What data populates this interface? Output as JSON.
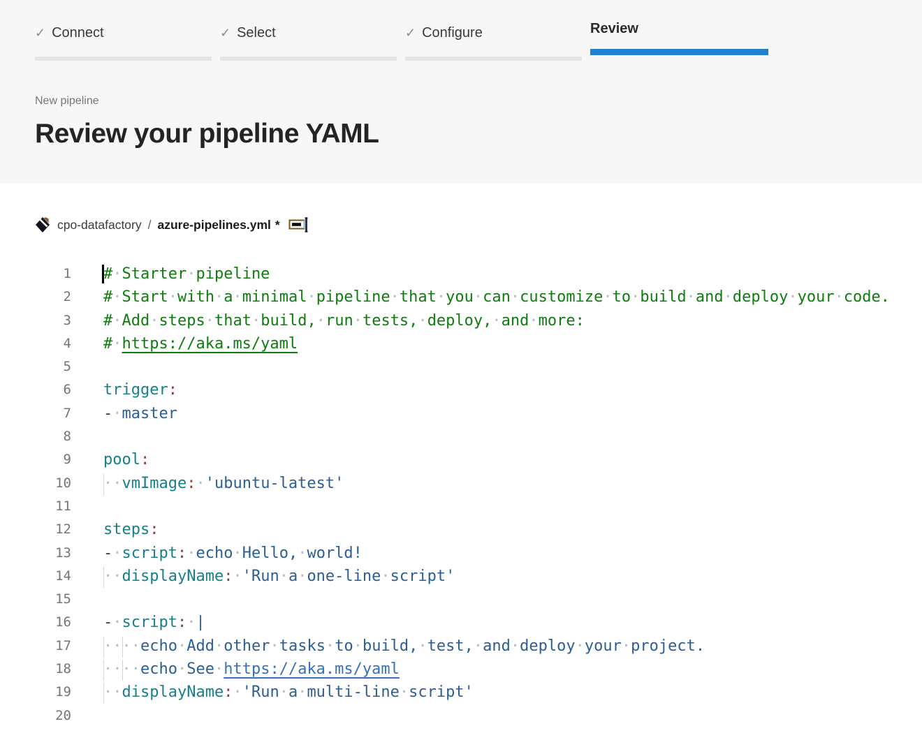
{
  "stepper": {
    "check_icon": "✓",
    "steps": [
      {
        "id": "connect",
        "label": "Connect",
        "state": "completed"
      },
      {
        "id": "select",
        "label": "Select",
        "state": "completed"
      },
      {
        "id": "configure",
        "label": "Configure",
        "state": "completed"
      },
      {
        "id": "review",
        "label": "Review",
        "state": "active"
      }
    ]
  },
  "page": {
    "eyebrow": "New pipeline",
    "title": "Review your pipeline YAML"
  },
  "breadcrumb": {
    "repo_icon": "azure-repos-icon",
    "repo": "cpo-datafactory",
    "separator": "/",
    "file": "azure-pipelines.yml",
    "modified_marker": "*",
    "rename_icon": "rename-file-icon"
  },
  "colors": {
    "header_bg": "#f7f7f7",
    "accent_blue": "#1f81d0",
    "step_bar_gray": "#e5e5e5",
    "comment_green": "#0e7d0e",
    "key_teal": "#15808c",
    "colon_maroon": "#8f3a3a",
    "value_blue": "#2c5e96",
    "link_blue": "#3a70bb",
    "whitespace_dot": "#b4bcc4",
    "indent_guide": "#d4d4d4",
    "line_number_gray": "#71757c"
  },
  "editor": {
    "token_legend": {
      "c": "comment",
      "k": "key",
      "p": "colon-punctuation",
      "v": "value",
      "d": "list-dash",
      "w": "whitespace-dot",
      "lg": "comment-link",
      "lb": "string-link",
      "g0": "indent-guide-col0",
      "g2": "indent-guide-col2",
      "cur": "text-cursor"
    },
    "lines": [
      {
        "n": "1",
        "tokens": [
          [
            "cur",
            ""
          ],
          [
            "c",
            "#"
          ],
          [
            "w",
            "·"
          ],
          [
            "c",
            "Starter"
          ],
          [
            "w",
            "·"
          ],
          [
            "c",
            "pipeline"
          ]
        ]
      },
      {
        "n": "2",
        "tokens": [
          [
            "c",
            "#"
          ],
          [
            "w",
            "·"
          ],
          [
            "c",
            "Start"
          ],
          [
            "w",
            "·"
          ],
          [
            "c",
            "with"
          ],
          [
            "w",
            "·"
          ],
          [
            "c",
            "a"
          ],
          [
            "w",
            "·"
          ],
          [
            "c",
            "minimal"
          ],
          [
            "w",
            "·"
          ],
          [
            "c",
            "pipeline"
          ],
          [
            "w",
            "·"
          ],
          [
            "c",
            "that"
          ],
          [
            "w",
            "·"
          ],
          [
            "c",
            "you"
          ],
          [
            "w",
            "·"
          ],
          [
            "c",
            "can"
          ],
          [
            "w",
            "·"
          ],
          [
            "c",
            "customize"
          ],
          [
            "w",
            "·"
          ],
          [
            "c",
            "to"
          ],
          [
            "w",
            "·"
          ],
          [
            "c",
            "build"
          ],
          [
            "w",
            "·"
          ],
          [
            "c",
            "and"
          ],
          [
            "w",
            "·"
          ],
          [
            "c",
            "deploy"
          ],
          [
            "w",
            "·"
          ],
          [
            "c",
            "your"
          ],
          [
            "w",
            "·"
          ],
          [
            "c",
            "code."
          ]
        ]
      },
      {
        "n": "3",
        "tokens": [
          [
            "c",
            "#"
          ],
          [
            "w",
            "·"
          ],
          [
            "c",
            "Add"
          ],
          [
            "w",
            "·"
          ],
          [
            "c",
            "steps"
          ],
          [
            "w",
            "·"
          ],
          [
            "c",
            "that"
          ],
          [
            "w",
            "·"
          ],
          [
            "c",
            "build,"
          ],
          [
            "w",
            "·"
          ],
          [
            "c",
            "run"
          ],
          [
            "w",
            "·"
          ],
          [
            "c",
            "tests,"
          ],
          [
            "w",
            "·"
          ],
          [
            "c",
            "deploy,"
          ],
          [
            "w",
            "·"
          ],
          [
            "c",
            "and"
          ],
          [
            "w",
            "·"
          ],
          [
            "c",
            "more:"
          ]
        ]
      },
      {
        "n": "4",
        "tokens": [
          [
            "c",
            "#"
          ],
          [
            "w",
            "·"
          ],
          [
            "lg",
            "https://aka.ms/yaml"
          ]
        ]
      },
      {
        "n": "5",
        "tokens": []
      },
      {
        "n": "6",
        "tokens": [
          [
            "k",
            "trigger"
          ],
          [
            "p",
            ":"
          ]
        ]
      },
      {
        "n": "7",
        "tokens": [
          [
            "d",
            "-"
          ],
          [
            "w",
            "·"
          ],
          [
            "v",
            "master"
          ]
        ]
      },
      {
        "n": "8",
        "tokens": []
      },
      {
        "n": "9",
        "tokens": [
          [
            "k",
            "pool"
          ],
          [
            "p",
            ":"
          ]
        ]
      },
      {
        "n": "10",
        "tokens": [
          [
            "g0",
            ""
          ],
          [
            "w",
            "··"
          ],
          [
            "k",
            "vmImage"
          ],
          [
            "p",
            ":"
          ],
          [
            "w",
            "·"
          ],
          [
            "v",
            "'ubuntu-latest'"
          ]
        ]
      },
      {
        "n": "11",
        "tokens": []
      },
      {
        "n": "12",
        "tokens": [
          [
            "k",
            "steps"
          ],
          [
            "p",
            ":"
          ]
        ]
      },
      {
        "n": "13",
        "tokens": [
          [
            "d",
            "-"
          ],
          [
            "w",
            "·"
          ],
          [
            "k",
            "script"
          ],
          [
            "p",
            ":"
          ],
          [
            "w",
            "·"
          ],
          [
            "v",
            "echo"
          ],
          [
            "w",
            "·"
          ],
          [
            "v",
            "Hello,"
          ],
          [
            "w",
            "·"
          ],
          [
            "v",
            "world!"
          ]
        ]
      },
      {
        "n": "14",
        "tokens": [
          [
            "g0",
            ""
          ],
          [
            "w",
            "··"
          ],
          [
            "k",
            "displayName"
          ],
          [
            "p",
            ":"
          ],
          [
            "w",
            "·"
          ],
          [
            "v",
            "'Run"
          ],
          [
            "w",
            "·"
          ],
          [
            "v",
            "a"
          ],
          [
            "w",
            "·"
          ],
          [
            "v",
            "one-line"
          ],
          [
            "w",
            "·"
          ],
          [
            "v",
            "script'"
          ]
        ]
      },
      {
        "n": "15",
        "tokens": []
      },
      {
        "n": "16",
        "tokens": [
          [
            "d",
            "-"
          ],
          [
            "w",
            "·"
          ],
          [
            "k",
            "script"
          ],
          [
            "p",
            ":"
          ],
          [
            "w",
            "·"
          ],
          [
            "v",
            "|"
          ]
        ]
      },
      {
        "n": "17",
        "tokens": [
          [
            "g0",
            ""
          ],
          [
            "w",
            "··"
          ],
          [
            "g2",
            ""
          ],
          [
            "w",
            "··"
          ],
          [
            "v",
            "echo"
          ],
          [
            "w",
            "·"
          ],
          [
            "v",
            "Add"
          ],
          [
            "w",
            "·"
          ],
          [
            "v",
            "other"
          ],
          [
            "w",
            "·"
          ],
          [
            "v",
            "tasks"
          ],
          [
            "w",
            "·"
          ],
          [
            "v",
            "to"
          ],
          [
            "w",
            "·"
          ],
          [
            "v",
            "build,"
          ],
          [
            "w",
            "·"
          ],
          [
            "v",
            "test,"
          ],
          [
            "w",
            "·"
          ],
          [
            "v",
            "and"
          ],
          [
            "w",
            "·"
          ],
          [
            "v",
            "deploy"
          ],
          [
            "w",
            "·"
          ],
          [
            "v",
            "your"
          ],
          [
            "w",
            "·"
          ],
          [
            "v",
            "project."
          ]
        ]
      },
      {
        "n": "18",
        "tokens": [
          [
            "g0",
            ""
          ],
          [
            "w",
            "··"
          ],
          [
            "g2",
            ""
          ],
          [
            "w",
            "··"
          ],
          [
            "v",
            "echo"
          ],
          [
            "w",
            "·"
          ],
          [
            "v",
            "See"
          ],
          [
            "w",
            "·"
          ],
          [
            "lb",
            "https://aka.ms/yaml"
          ]
        ]
      },
      {
        "n": "19",
        "tokens": [
          [
            "g0",
            ""
          ],
          [
            "w",
            "··"
          ],
          [
            "k",
            "displayName"
          ],
          [
            "p",
            ":"
          ],
          [
            "w",
            "·"
          ],
          [
            "v",
            "'Run"
          ],
          [
            "w",
            "·"
          ],
          [
            "v",
            "a"
          ],
          [
            "w",
            "·"
          ],
          [
            "v",
            "multi-line"
          ],
          [
            "w",
            "·"
          ],
          [
            "v",
            "script'"
          ]
        ]
      },
      {
        "n": "20",
        "tokens": []
      }
    ]
  }
}
